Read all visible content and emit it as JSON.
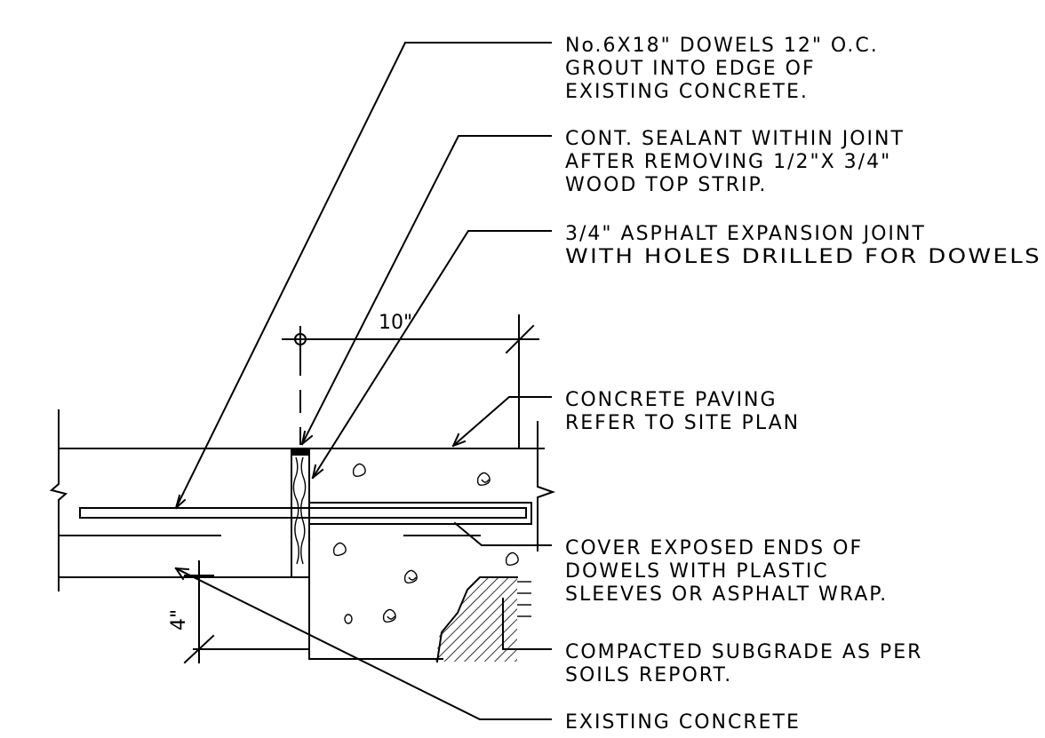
{
  "notes": {
    "dowels": [
      "No.6X18\" DOWELS 12\" O.C.",
      "GROUT INTO EDGE OF",
      "EXISTING CONCRETE."
    ],
    "sealant": [
      "CONT. SEALANT WITHIN JOINT",
      "AFTER REMOVING 1/2\"X 3/4\"",
      "WOOD TOP STRIP."
    ],
    "expansion_joint": [
      "3/4\" ASPHALT EXPANSION JOINT",
      "WITH HOLES DRILLED FOR DOWELS"
    ],
    "paving": [
      "CONCRETE PAVING",
      "REFER TO SITE PLAN"
    ],
    "dowel_ends": [
      "COVER EXPOSED ENDS OF",
      "DOWELS WITH PLASTIC",
      "SLEEVES OR ASPHALT WRAP."
    ],
    "subgrade": [
      "COMPACTED SUBGRADE AS PER",
      "SOILS REPORT."
    ],
    "existing": [
      "EXISTING CONCRETE"
    ]
  },
  "dimensions": {
    "width": "10\"",
    "thickness": "4\""
  }
}
